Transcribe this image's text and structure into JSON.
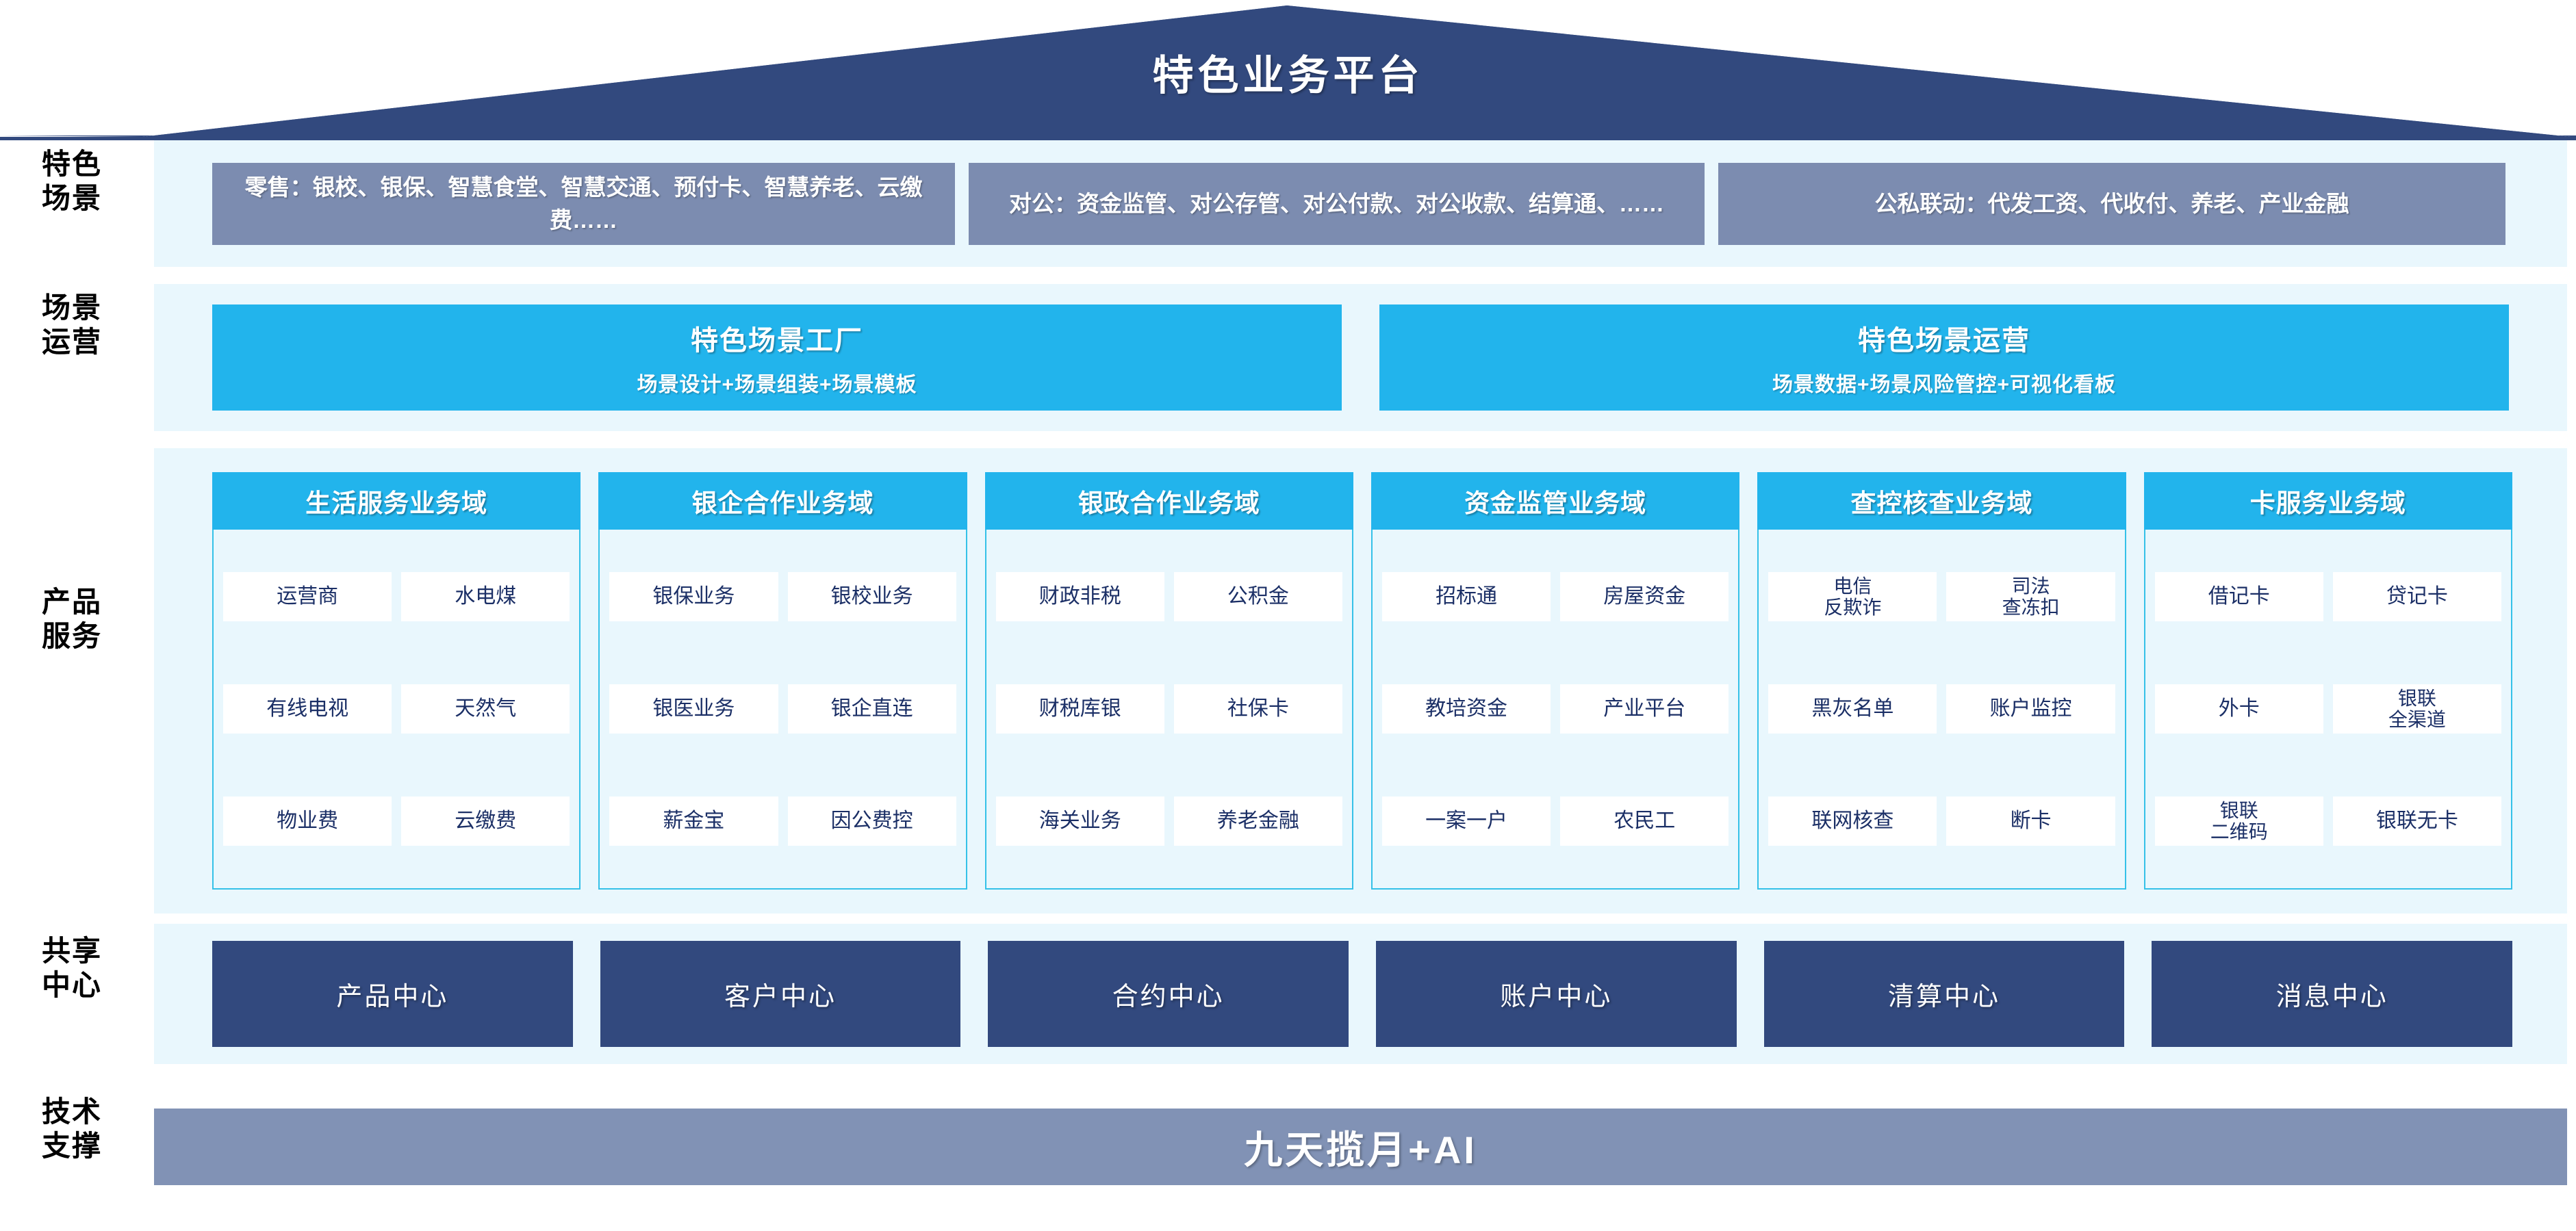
{
  "header": {
    "title": "特色业务平台"
  },
  "rows": {
    "scenes_label": [
      "特色",
      "场景"
    ],
    "operations_label": [
      "场景",
      "运营"
    ],
    "products_label": [
      "产品",
      "服务"
    ],
    "centers_label": [
      "共享",
      "中心"
    ],
    "tech_label": [
      "技术",
      "支撑"
    ]
  },
  "scenes": [
    {
      "text": "零售：银校、银保、智慧食堂、智慧交通、预付卡、智慧养老、云缴费……"
    },
    {
      "text": "对公：资金监管、对公存管、对公付款、对公收款、结算通、……"
    },
    {
      "text": "公私联动：代发工资、代收付、养老、产业金融"
    }
  ],
  "operations": [
    {
      "title": "特色场景工厂",
      "subtitle": "场景设计+场景组装+场景模板"
    },
    {
      "title": "特色场景运营",
      "subtitle": "场景数据+场景风险管控+可视化看板"
    }
  ],
  "domains": [
    {
      "title": "生活服务业务域",
      "rows": [
        [
          "运营商",
          "水电煤"
        ],
        [
          "有线电视",
          "天然气"
        ],
        [
          "物业费",
          "云缴费"
        ]
      ]
    },
    {
      "title": "银企合作业务域",
      "rows": [
        [
          "银保业务",
          "银校业务"
        ],
        [
          "银医业务",
          "银企直连"
        ],
        [
          "薪金宝",
          "因公费控"
        ]
      ]
    },
    {
      "title": "银政合作业务域",
      "rows": [
        [
          "财政非税",
          "公积金"
        ],
        [
          "财税库银",
          "社保卡"
        ],
        [
          "海关业务",
          "养老金融"
        ]
      ]
    },
    {
      "title": "资金监管业务域",
      "rows": [
        [
          "招标通",
          "房屋资金"
        ],
        [
          "教培资金",
          "产业平台"
        ],
        [
          "一案一户",
          "农民工"
        ]
      ]
    },
    {
      "title": "查控核查业务域",
      "rows": [
        [
          "电信\n反欺诈",
          "司法\n查冻扣"
        ],
        [
          "黑灰名单",
          "账户监控"
        ],
        [
          "联网核查",
          "断卡"
        ]
      ]
    },
    {
      "title": "卡服务业务域",
      "rows": [
        [
          "借记卡",
          "贷记卡"
        ],
        [
          "外卡",
          "银联\n全渠道"
        ],
        [
          "银联\n二维码",
          "银联无卡"
        ]
      ]
    }
  ],
  "centers": [
    "产品中心",
    "客户中心",
    "合约中心",
    "账户中心",
    "清算中心",
    "消息中心"
  ],
  "tech": {
    "label": "九天揽月+AI"
  },
  "colors": {
    "roof_navy": "#32497e",
    "band_bg": "#e9f7fd",
    "scene_grey_blue": "#7c8cb0",
    "accent_cyan": "#22b4ec",
    "center_navy": "#32497e",
    "tech_grey_blue": "#8192b5",
    "item_text": "#1b2f66"
  }
}
